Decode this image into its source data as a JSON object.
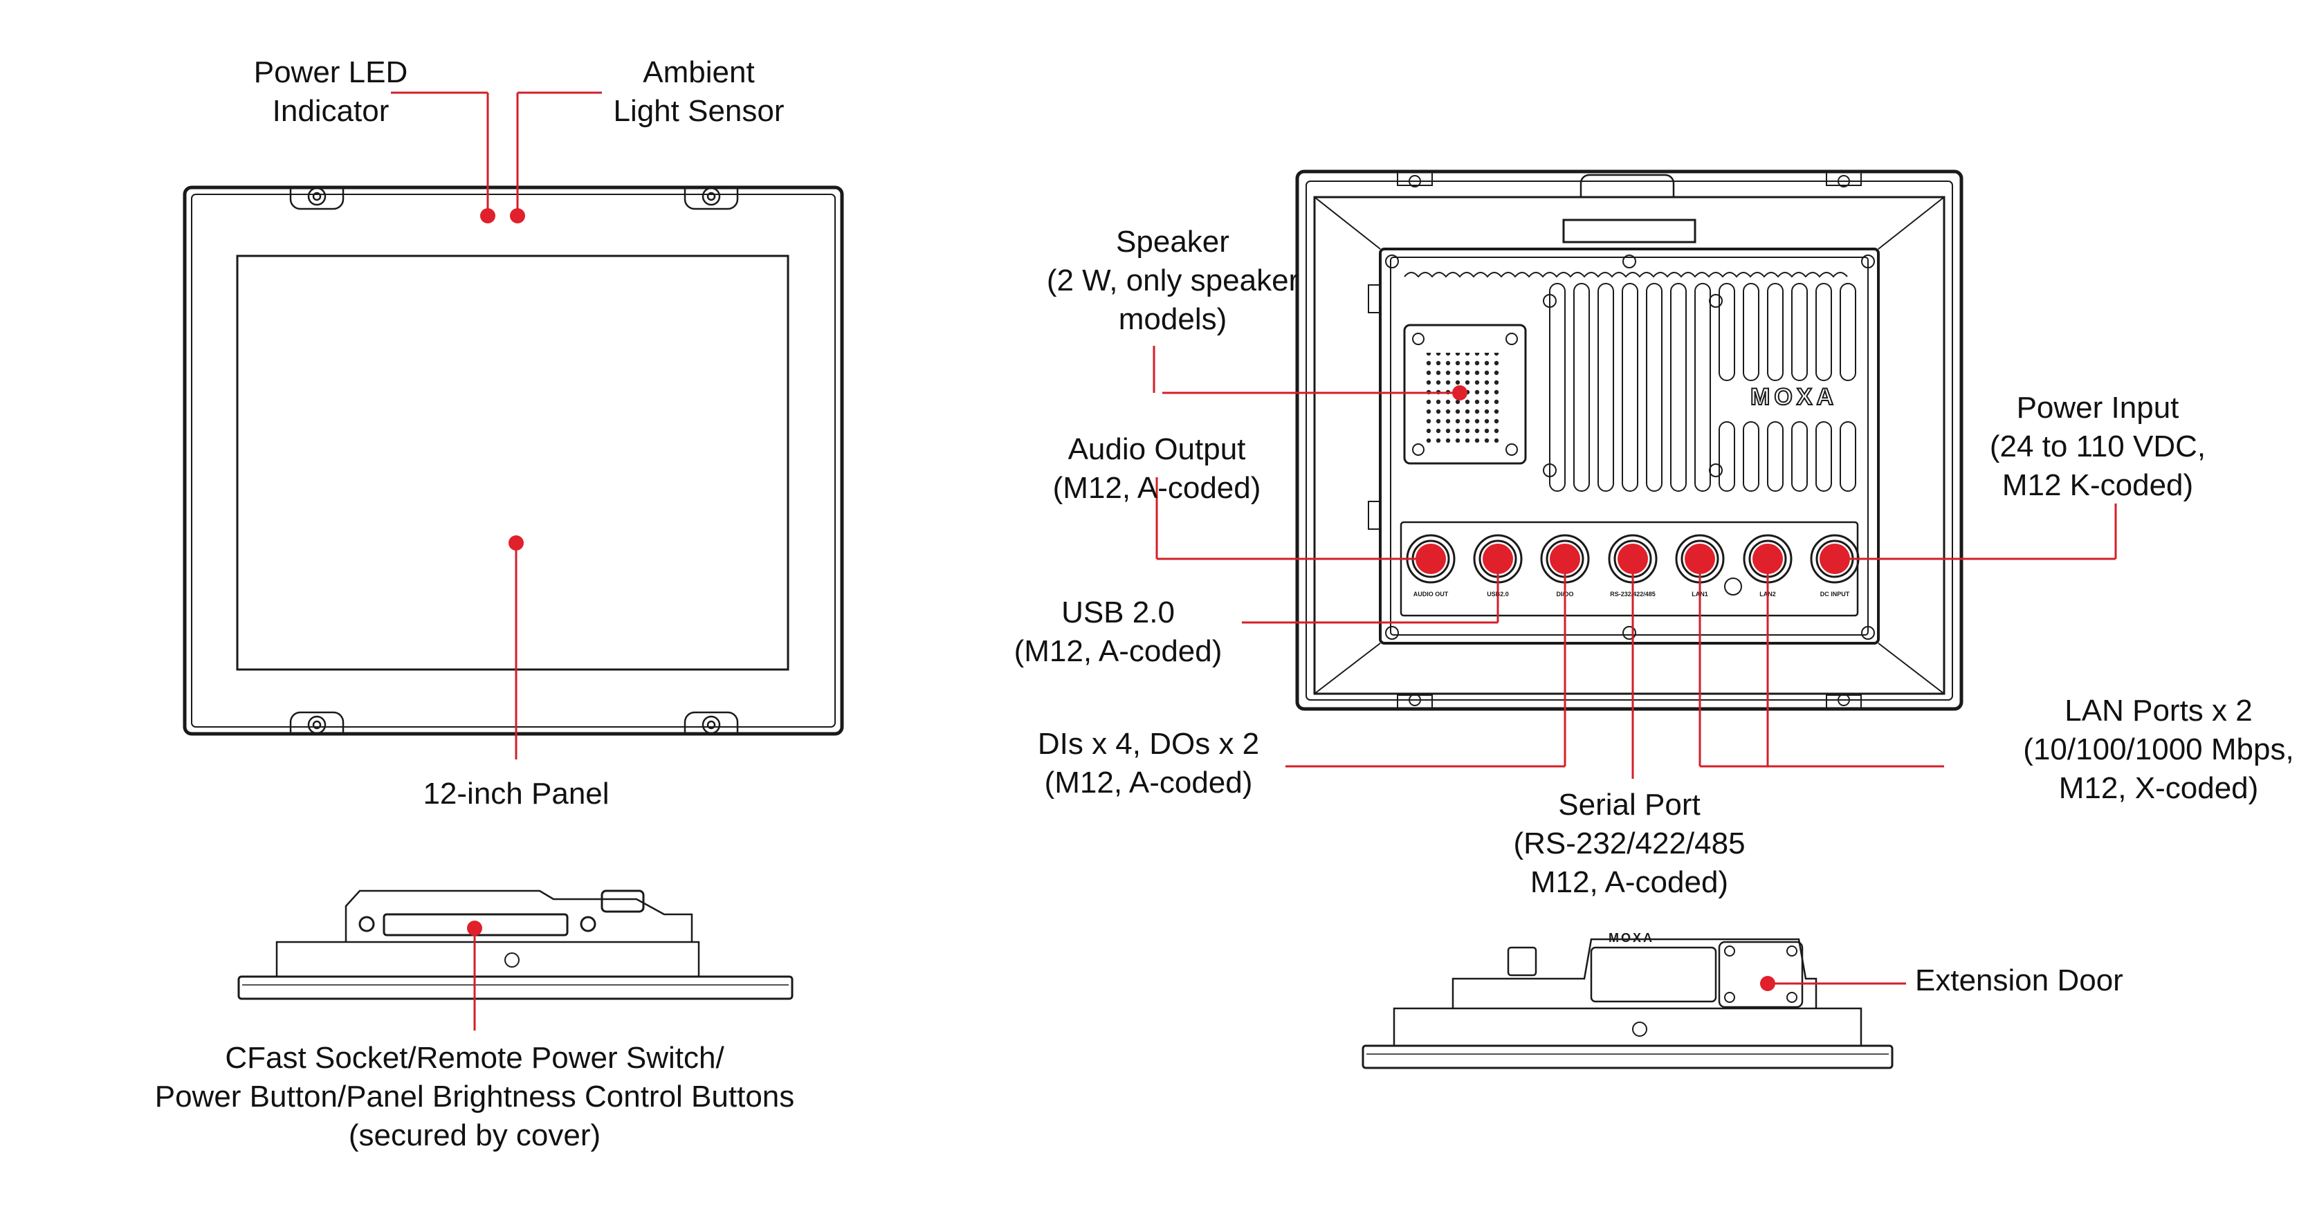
{
  "colors": {
    "accent": "#e0202a",
    "line": "#1a1a1a",
    "text": "#111111"
  },
  "labels": {
    "power_led": [
      "Power LED",
      "Indicator"
    ],
    "ambient": [
      "Ambient",
      "Light Sensor"
    ],
    "panel": [
      "12-inch Panel"
    ],
    "cfast": [
      "CFast Socket/Remote Power Switch/",
      "Power Button/Panel Brightness Control Buttons",
      "(secured by cover)"
    ],
    "speaker": [
      "Speaker",
      "(2 W, only speaker",
      "models)"
    ],
    "audio": [
      "Audio Output",
      "(M12, A-coded)"
    ],
    "usb": [
      "USB 2.0",
      "(M12, A-coded)"
    ],
    "dio": [
      "DIs x 4, DOs x 2",
      "(M12, A-coded)"
    ],
    "serial": [
      "Serial Port",
      "(RS-232/422/485",
      "M12, A-coded)"
    ],
    "lan": [
      "LAN Ports x 2",
      "(10/100/1000 Mbps,",
      "M12, X-coded)"
    ],
    "power_input": [
      "Power Input",
      "(24 to 110 VDC,",
      "M12 K-coded)"
    ],
    "extension": [
      "Extension Door"
    ]
  },
  "device": {
    "brand_logo": "MOXA",
    "port_labels": [
      "AUDIO OUT",
      "USB2.0",
      "DI/DO",
      "RS-232/422/485",
      "LAN1",
      "LAN2",
      "DC INPUT"
    ]
  }
}
